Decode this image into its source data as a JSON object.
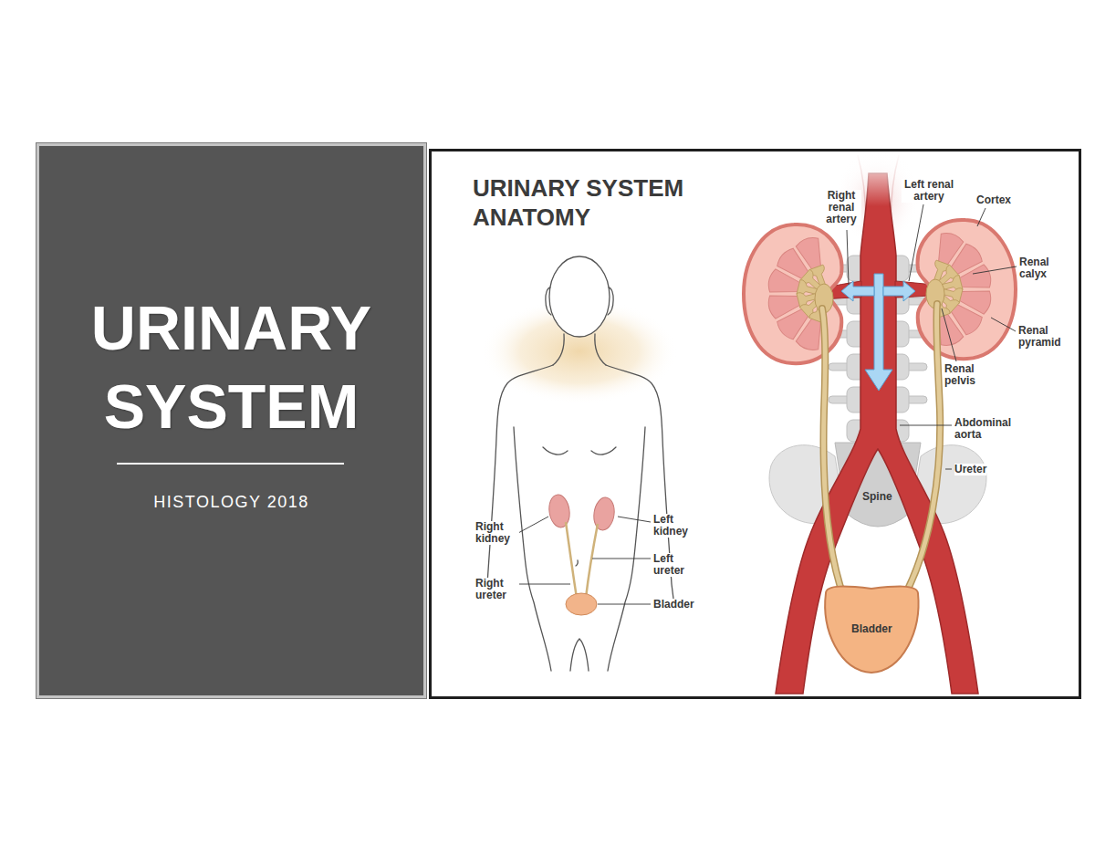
{
  "diagram": {
    "nodes": [
      {
        "text": [
          "URINARY SYSTEM",
          "HISTOLOGY 2018"
        ]
      },
      {
        "text": [
          "URINARY SYSTEM ANATOMY"
        ]
      }
    ],
    "labels": [
      "Right kidney",
      "Left kidney",
      "Left ureter",
      "Right ureter",
      "Bladder",
      "Left renal artery",
      "Cortex",
      "Right renal artery",
      "Renal calyx",
      "Renal pyramid",
      "Renal pelvis",
      "Abdominal aorta",
      "Ureter",
      "Spine",
      "Bladder"
    ]
  }
}
